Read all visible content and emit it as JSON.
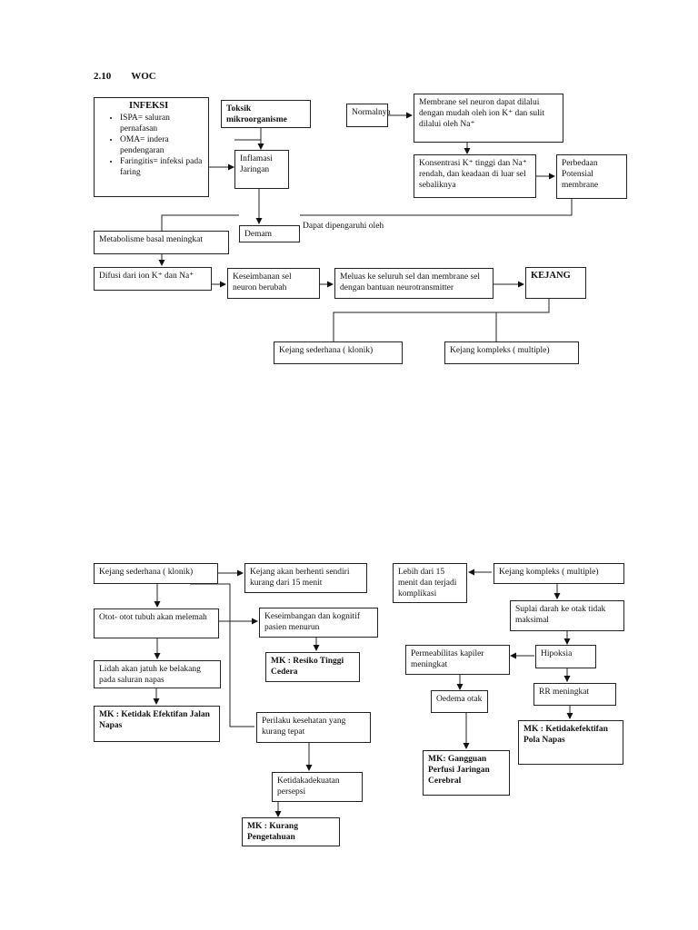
{
  "section": {
    "number": "2.10",
    "title": "WOC"
  },
  "top": {
    "infeksi": {
      "title": "INFEKSI",
      "items": [
        "ISPA= saluran pernafasan",
        "OMA= indera pendengaran",
        "Faringitis= infeksi pada faring"
      ]
    },
    "toksik": "Toksik mikroorganisme",
    "inflamasi": "Inflamasi Jaringan",
    "demam": "Demam",
    "dipengaruhi": "Dapat dipengaruhi oleh",
    "normalnya": "Normalnya",
    "membrane": "Membrane sel neuron dapat dilalui dengan mudah oleh ion K⁺ dan sulit dilalui oleh Na⁺",
    "konsentrasi": "Konsentrasi K⁺ tinggi dan Na⁺ rendah, dan keadaan di luar sel sebaliknya",
    "perbedaan": "Perbedaan Potensial membrane",
    "metabolisme": "Metabolisme basal meningkat",
    "difusi": "Difusi dari ion K⁺ dan Na⁺",
    "keseimbangan": "Keseimbanan sel neuron berubah",
    "meluas": "Meluas ke seluruh sel dan membrane sel dengan bantuan neurotransmitter",
    "kejang": "KEJANG",
    "sederhana": "Kejang sederhana ( klonik)",
    "kompleks": "Kejang kompleks ( multiple)"
  },
  "bottom_left": {
    "sederhana": "Kejang sederhana ( klonik)",
    "berhenti": "Kejang akan berhenti sendiri kurang dari 15 menit",
    "otot": "Otot- otot tubuh akan melemah",
    "kognitif": "Keseimbangan dan kognitif pasien menurun",
    "mk_cedera": "MK : Resiko Tinggi Cedera",
    "lidah": "Lidah akan jatuh ke belakang pada saluran napas",
    "mk_jalan": "MK : Ketidak Efektifan Jalan Napas",
    "perilaku": "Perilaku kesehatan yang kurang tepat",
    "persepsi": "Ketidakadekuatan persepsi",
    "mk_pengetahuan": "MK : Kurang Pengetahuan"
  },
  "bottom_right": {
    "lebih": "Lebih dari 15 menit dan terjadi komplikasi",
    "kompleks": "Kejang kompleks ( multiple)",
    "suplai": "Suplai darah ke otak tidak maksimal",
    "permeabilitas": "Permeabilitas kapiler meningkat",
    "hipoksia": "Hipoksia",
    "oedema": "Oedema otak",
    "rr": "RR meningkat",
    "mk_pola": "MK : Ketidakefektifan Pola Napas",
    "mk_perfusi": "MK: Gangguan Perfusi Jaringan Cerebral"
  }
}
